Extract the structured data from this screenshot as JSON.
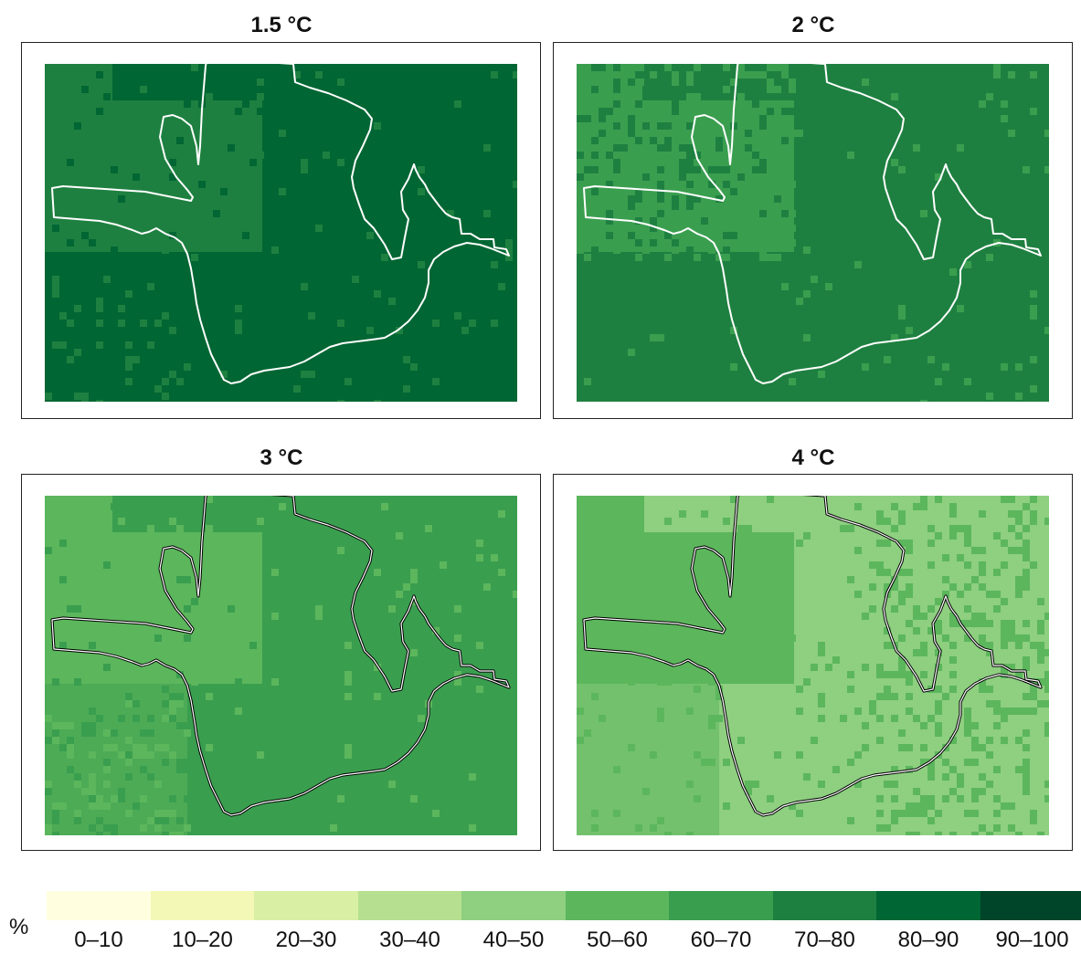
{
  "panels": [
    {
      "title": "1.5 °C",
      "base": "#006633",
      "region_tl": "#1e8040",
      "outline": "white"
    },
    {
      "title": "2 °C",
      "base": "#1e8040",
      "region_tl": "#3a9e4f",
      "outline": "white"
    },
    {
      "title": "3 °C",
      "base": "#3a9e4f",
      "region_tl": "#5cb65c",
      "outline": "black"
    },
    {
      "title": "4 °C",
      "base": "#8ecf80",
      "region_tl": "#5cb65c",
      "outline": "black"
    }
  ],
  "legend": {
    "unit": "%",
    "classes": [
      {
        "label": "0–10",
        "color": "#ffffe0"
      },
      {
        "label": "10–20",
        "color": "#f3f8b6"
      },
      {
        "label": "20–30",
        "color": "#d9efa3"
      },
      {
        "label": "30–40",
        "color": "#b6e08f"
      },
      {
        "label": "40–50",
        "color": "#8ecf80"
      },
      {
        "label": "50–60",
        "color": "#5cb65c"
      },
      {
        "label": "60–70",
        "color": "#3a9e4f"
      },
      {
        "label": "70–80",
        "color": "#1e8040"
      },
      {
        "label": "80–90",
        "color": "#006633"
      },
      {
        "label": "90–100",
        "color": "#004529"
      }
    ]
  }
}
